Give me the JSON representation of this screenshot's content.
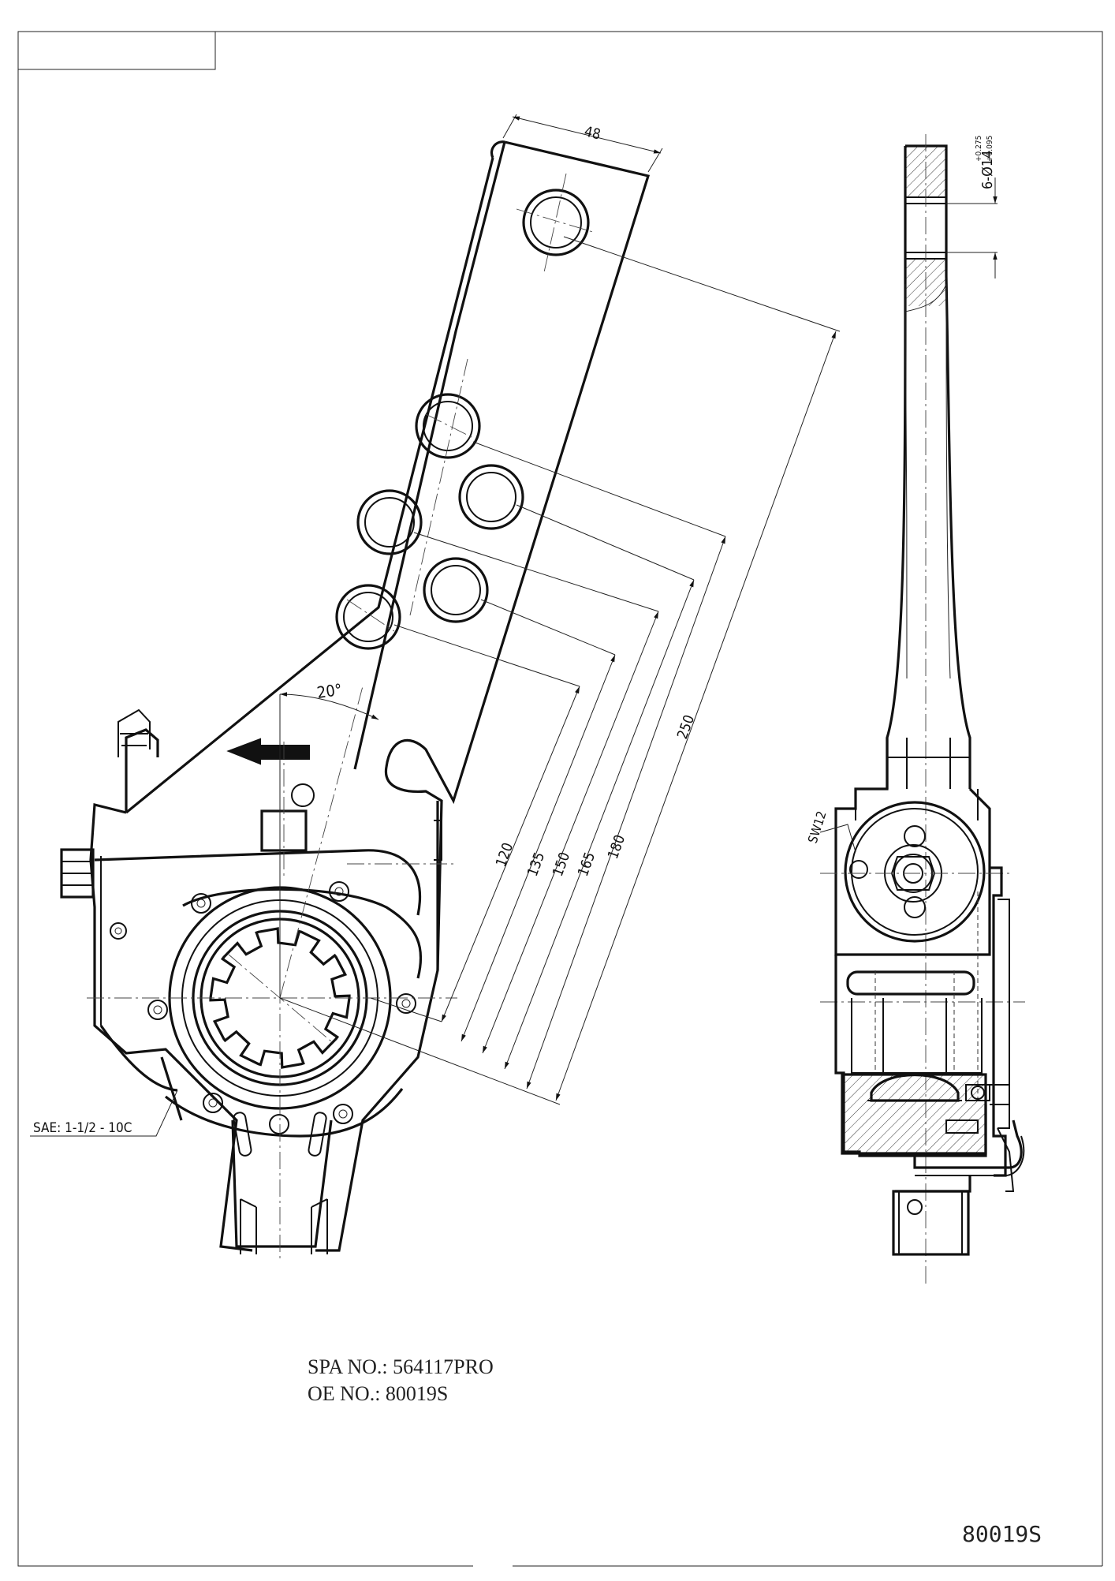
{
  "drawing": {
    "dims": {
      "arm_width": "48",
      "lengths": [
        "120",
        "135",
        "150",
        "165",
        "180",
        "250"
      ],
      "angle": "20°",
      "holes": "6-Ø14",
      "hole_tol_upper": "+0.275",
      "hole_tol_lower": "+0.095",
      "wrench": "SW12"
    },
    "spline_note": "SAE: 1-1/2 - 10C"
  },
  "notes": {
    "spa_no": "SPA NO.: 564117PRO",
    "oe_no": "OE NO.: 80019S"
  },
  "title_block": {
    "drawing_number": "80019S"
  }
}
